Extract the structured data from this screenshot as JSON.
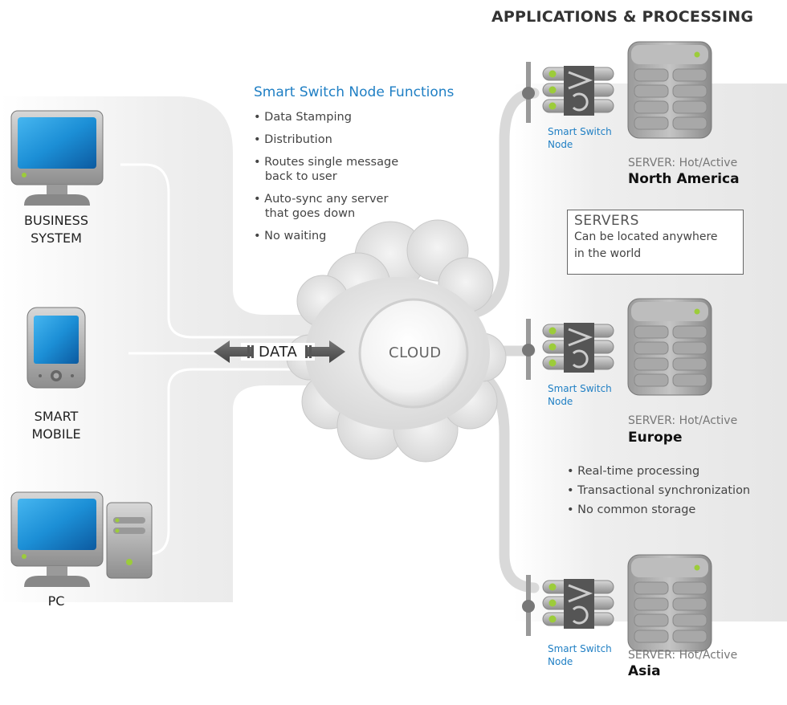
{
  "heading": "APPLICATIONS & PROCESSING",
  "node_functions": {
    "title": "Smart Switch Node Functions",
    "items": [
      "• Data Stamping",
      "• Distribution",
      "• Routes single message\n   back to user",
      "• Auto-sync any server\n   that goes down",
      "• No waiting"
    ]
  },
  "clients": [
    {
      "label": "BUSINESS\nSYSTEM",
      "icon": "desktop-monitor-icon"
    },
    {
      "label": "SMART\nMOBILE",
      "icon": "smartphone-icon"
    },
    {
      "label": "PC",
      "icon": "pc-tower-icon"
    }
  ],
  "data_label": "DATA",
  "cloud_label": "CLOUD",
  "nodes": [
    {
      "label": "Smart Switch\nNode",
      "status": "SERVER: Hot/Active",
      "region": "North America"
    },
    {
      "label": "Smart Switch\nNode",
      "status": "SERVER: Hot/Active",
      "region": "Europe"
    },
    {
      "label": "Smart Switch\nNode",
      "status": "SERVER: Hot/Active",
      "region": "Asia"
    }
  ],
  "servers_box": {
    "title": "SERVERS",
    "text": "Can be located anywhere\nin the world"
  },
  "features": [
    "• Real-time processing",
    "• Transactional synchronization",
    "• No common storage"
  ],
  "colors": {
    "accent_blue": "#1f7fc4",
    "screen_blue": "#1c8fd6",
    "indicator_green": "#9ccc3a",
    "pipe_gray": "#d9d9d9"
  }
}
